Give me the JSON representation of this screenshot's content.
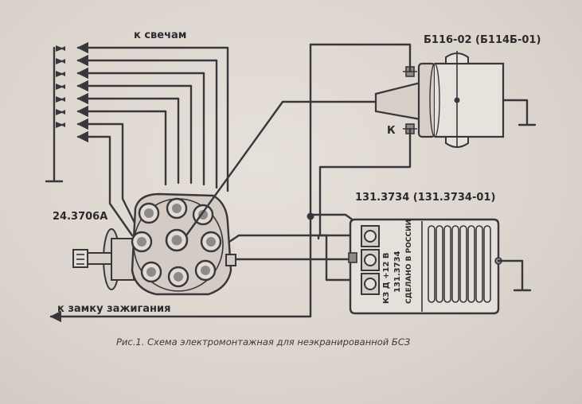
{
  "labels": {
    "to_spark_plugs": "к свечам",
    "coil_model": "Б116-02 (Б114Б-01)",
    "coil_terminal": "К",
    "switch_model": "131.3734 (131.3734-01)",
    "distributor_model": "24.3706А",
    "to_ignition_lock": "к замку зажигания"
  },
  "switch_marking": {
    "terminals": "КЗ  Д  +12 В",
    "model": "131.3734",
    "origin": "СДЕЛАНО В РОССИИ"
  },
  "caption": "Рис.1. Схема электромонтажная для неэкранированной БСЗ",
  "colors": {
    "ink": "#38373b",
    "paper": "#e2dcd6"
  }
}
